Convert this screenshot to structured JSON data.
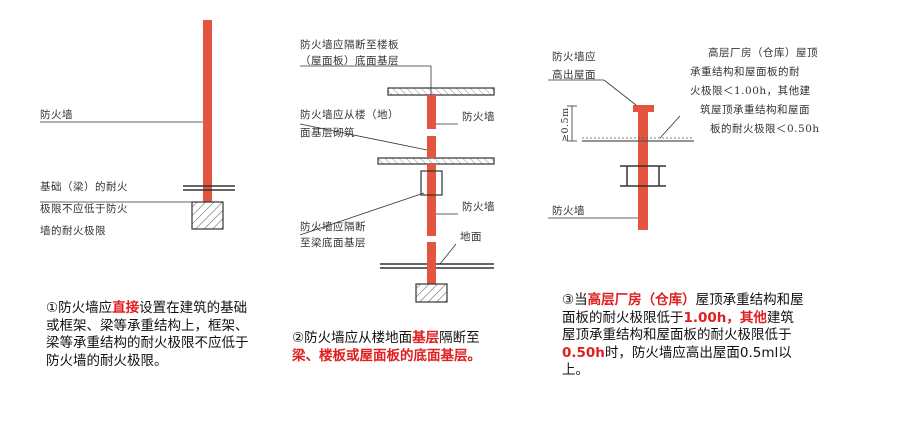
{
  "panel1": {
    "label_wall": "防火墙",
    "label_base": [
      "基础（梁）的耐火",
      "极限不应低于防火",
      "墙的耐火极限"
    ],
    "caption": {
      "p1": "①防火墙应",
      "red1": "直接",
      "p2": "设置在建筑的基础或框架、梁等承重结构上，框架、梁等承重结构的耐火极限不应低于防火墙的耐火极限。"
    }
  },
  "panel2": {
    "label_top": [
      "防火墙应隔断至楼板",
      "（屋面板）底面基层"
    ],
    "label_mid": [
      "防火墙应从楼（地）",
      "面基层砌筑"
    ],
    "label_wall1": "防火墙",
    "label_wall2": "防火墙",
    "label_beam": [
      "防火墙应隔断",
      "至梁底面基层"
    ],
    "label_floor": "地面",
    "caption": {
      "p1": "②防火墙应从楼地面",
      "red1": "基层",
      "p2": "隔断至",
      "red2": "梁、楼板或屋面板的底面基层。"
    }
  },
  "panel3": {
    "label_high": [
      "防火墙应",
      "高出屋面"
    ],
    "label_dim": "≥0.5m",
    "label_note": [
      "高层厂房（仓库）屋顶",
      "承重结构和屋面板的耐",
      "火极限＜1.00h，其他建",
      "筑屋顶承重结构和屋面",
      "板的耐火极限＜0.50h"
    ],
    "label_wall": "防火墙",
    "caption": {
      "p1": "③当",
      "red1": "高层厂房（仓库）",
      "p2": "屋顶承重结构和屋面板的耐火极限低于",
      "red2": "1.00h，其他",
      "p3": "建筑屋顶承重结构和屋面板的耐火极限低于",
      "red3": "0.50h",
      "p4": "时，防火墙应高出屋面0.5ml以上。"
    }
  },
  "colors": {
    "wall": "#e4553f",
    "accent": "#e02020",
    "line": "#333333"
  }
}
